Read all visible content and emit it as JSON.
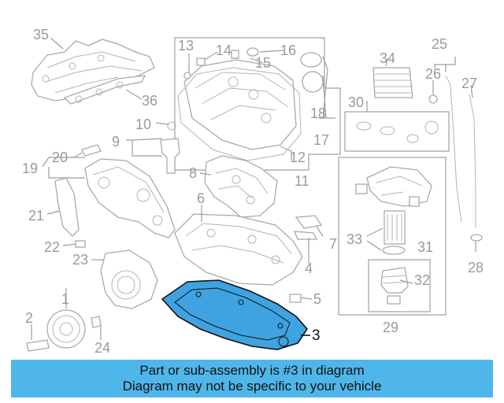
{
  "callouts": [
    "1",
    "2",
    "3",
    "4",
    "5",
    "6",
    "7",
    "8",
    "9",
    "10",
    "11",
    "12",
    "13",
    "14",
    "15",
    "16",
    "17",
    "18",
    "19",
    "20",
    "21",
    "22",
    "23",
    "24",
    "25",
    "26",
    "27",
    "28",
    "29",
    "30",
    "31",
    "32",
    "33",
    "34",
    "35",
    "36"
  ],
  "highlight": {
    "part_number": "3",
    "fill_color": "#3ea3e0",
    "outline_color": "#111111"
  },
  "banner": {
    "line1": "Part or sub-assembly is #3 in diagram",
    "line2": "Diagram may not be specific to your vehicle",
    "color": "#4fb6ea"
  }
}
